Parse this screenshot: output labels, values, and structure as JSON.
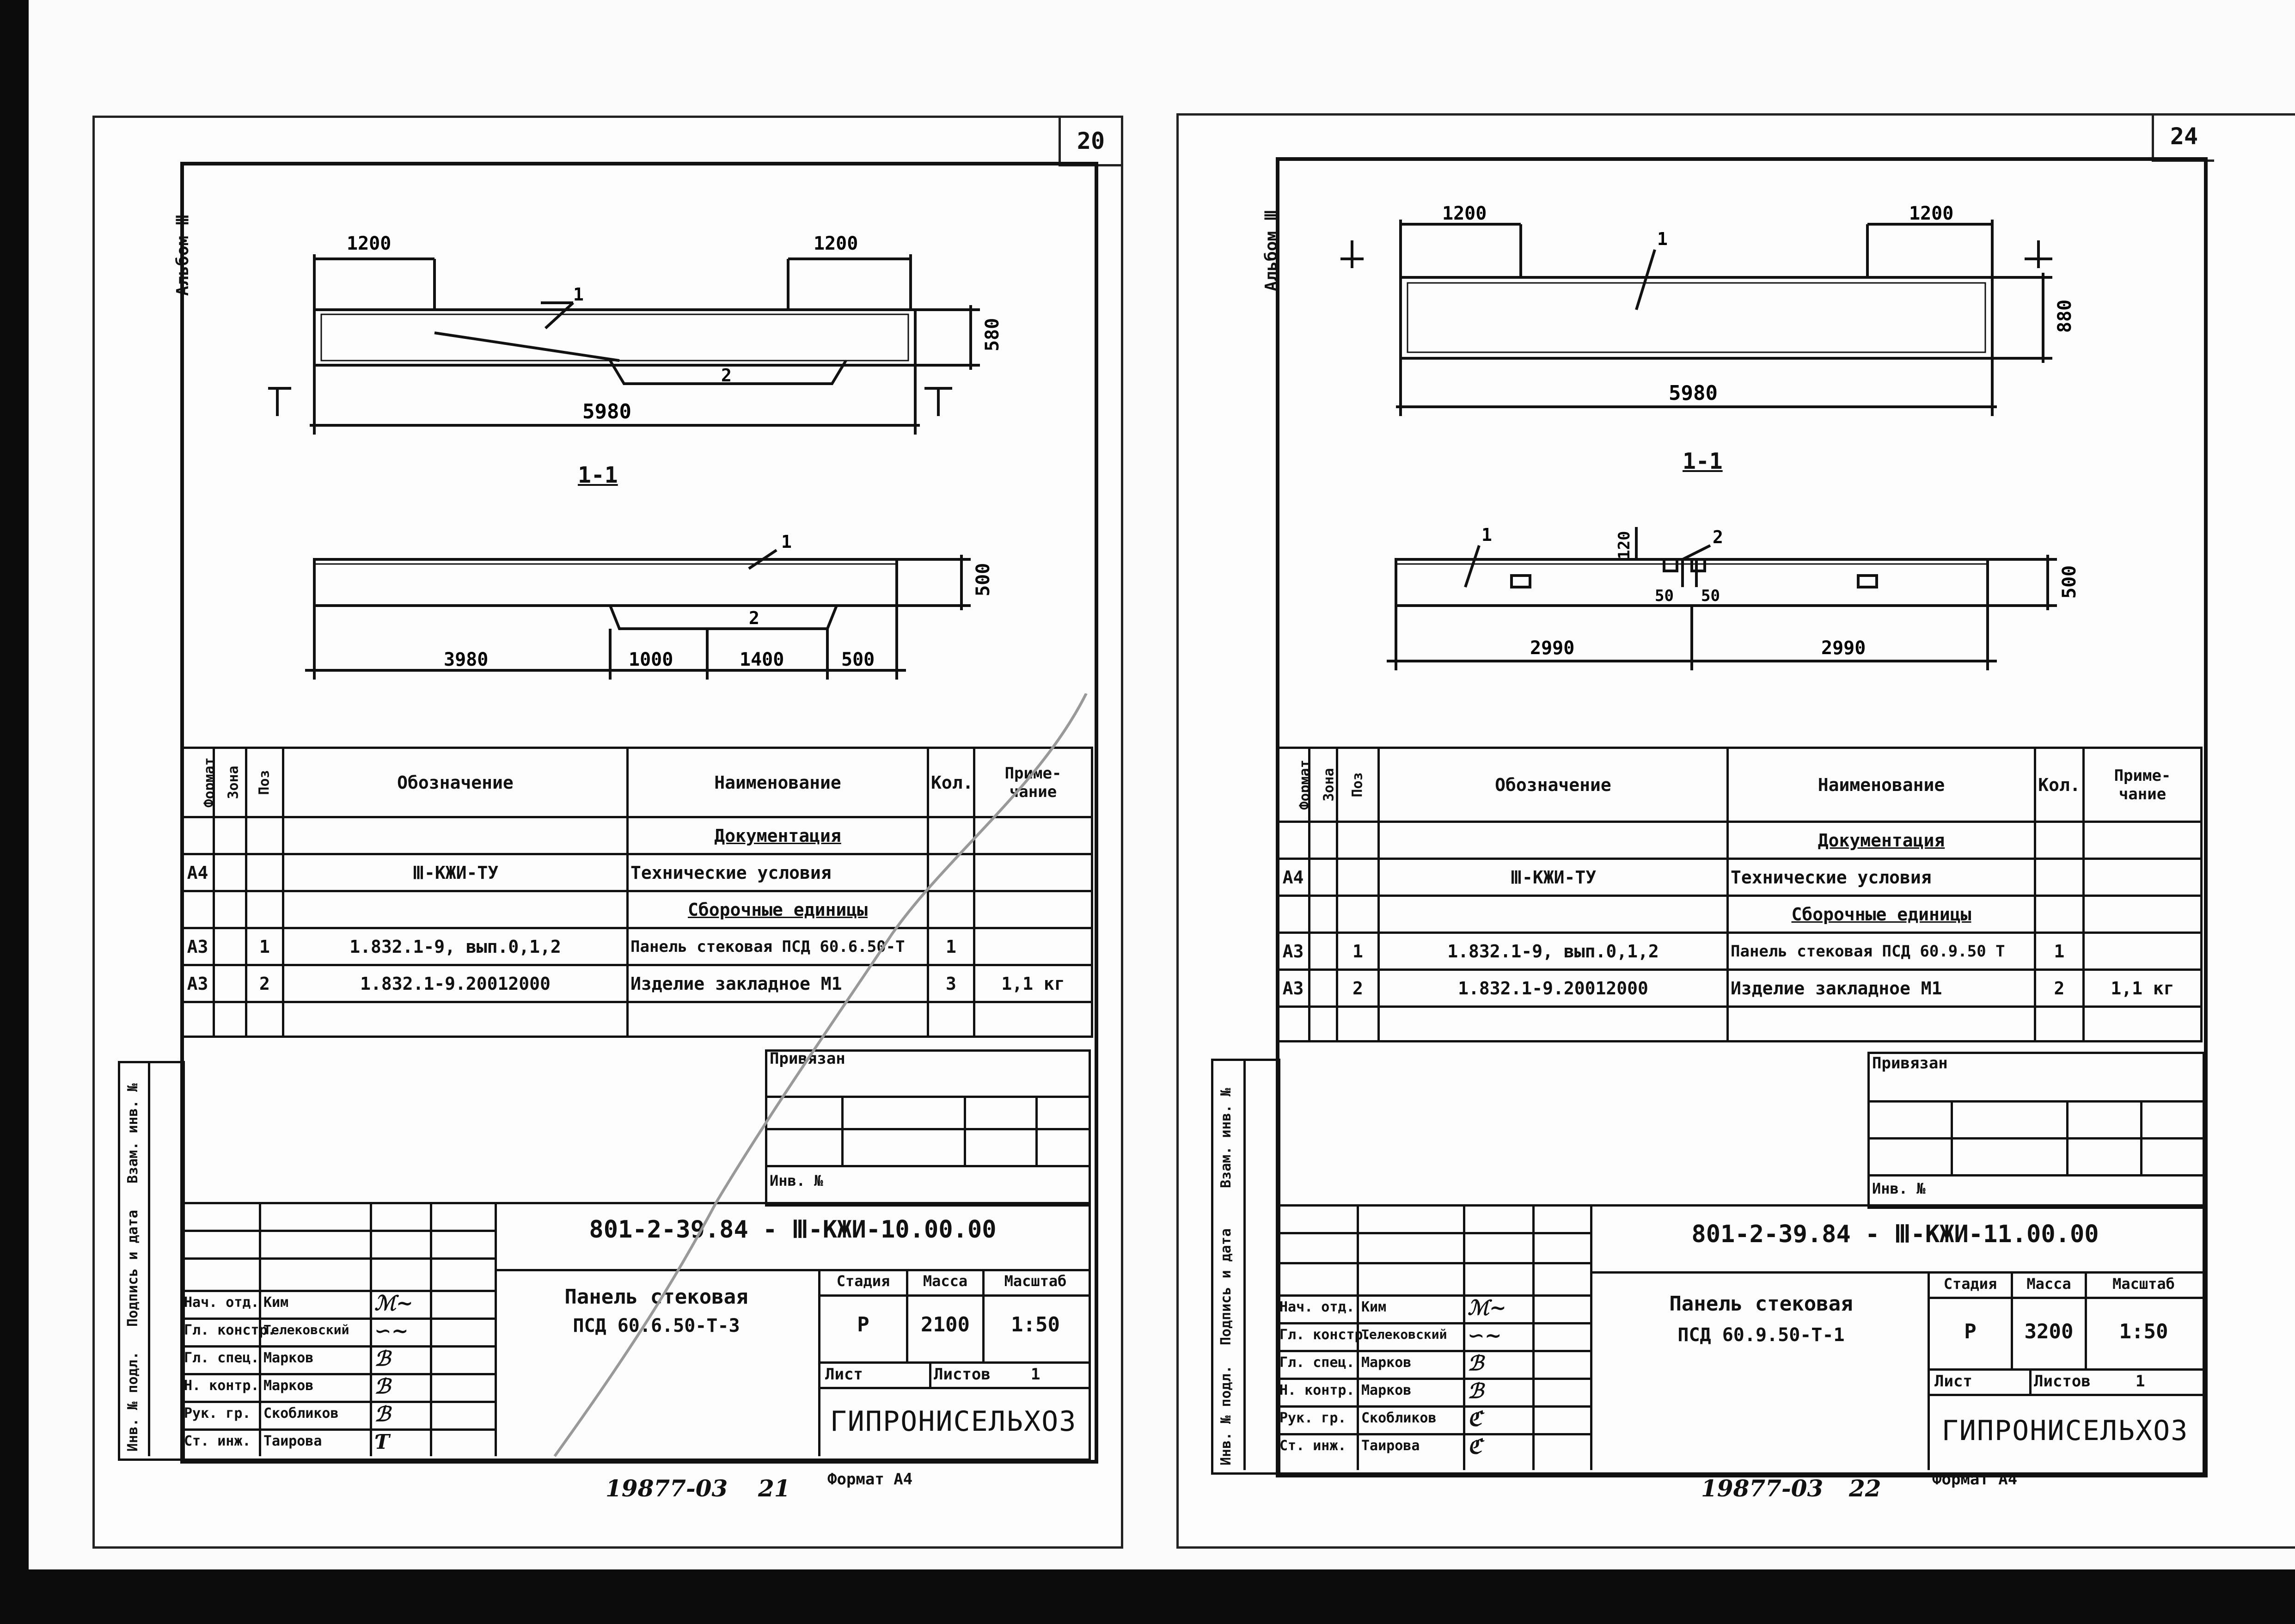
{
  "pages": [
    {
      "page_number": "20",
      "side_stamp": "Альбом Ⅲ",
      "plan": {
        "dims": [
          "1200",
          "1200",
          "5980",
          "580"
        ],
        "callouts": [
          "1",
          "2"
        ]
      },
      "section": {
        "title": "1-1",
        "dims": [
          "3980",
          "1000",
          "1400",
          "500",
          "500"
        ],
        "callouts": [
          "1",
          "2"
        ]
      },
      "spec": {
        "headers": [
          "Формат",
          "Зона",
          "Поз",
          "Обозначение",
          "Наименование",
          "Кол.",
          "Приме-\nчание"
        ],
        "rows": [
          {
            "format": "",
            "zone": "",
            "pos": "",
            "designation": "",
            "name": "Документация",
            "qty": "",
            "note": ""
          },
          {
            "format": "А4",
            "zone": "",
            "pos": "",
            "designation": "Ⅲ-КЖИ-ТУ",
            "name": "Технические условия",
            "qty": "",
            "note": ""
          },
          {
            "format": "",
            "zone": "",
            "pos": "",
            "designation": "",
            "name": "Сборочные единицы",
            "qty": "",
            "note": ""
          },
          {
            "format": "А3",
            "zone": "",
            "pos": "1",
            "designation": "1.832.1-9, вып.0,1,2",
            "name": "Панель стековая ПСД 60.6.50-Т",
            "qty": "1",
            "note": ""
          },
          {
            "format": "А3",
            "zone": "",
            "pos": "2",
            "designation": "1.832.1-9.20012000",
            "name": "Изделие закладное М1",
            "qty": "3",
            "note": "1,1 кг"
          }
        ]
      },
      "privyazan": "Привязан",
      "inv_no": "Инв. №",
      "left_strip": [
        "Инв. № подл.",
        "Подпись и дата",
        "Взам. инв. №"
      ],
      "code": "801-2-39.84 - Ⅲ-КЖИ-10.00.00",
      "title": [
        "Панель стековая",
        "ПСД 60.6.50-Т-3"
      ],
      "roles": [
        "Нач. отд.",
        "Гл. констр.",
        "Гл. спец.",
        "Н. контр.",
        "Рук. гр.",
        "Ст. инж."
      ],
      "names": [
        "Ким",
        "Телековский",
        "Марков",
        "Марков",
        "Скобликов",
        "Таирова"
      ],
      "stage_hdr": [
        "Стадия",
        "Масса",
        "Масштаб"
      ],
      "stage": "Р",
      "mass": "2100",
      "scale": "1:50",
      "sheet_lbl": "Лист",
      "sheets_lbl": "Листов",
      "sheets_val": "1",
      "org": "ГИПРОНИСЕЛЬХОЗ",
      "footer_num": "19877-03",
      "footer_page": "21",
      "footer_format": "Формат А4"
    },
    {
      "page_number": "24",
      "side_stamp": "Альбом Ⅲ",
      "plan": {
        "dims": [
          "1200",
          "1200",
          "5980",
          "880"
        ],
        "callouts": [
          "1"
        ]
      },
      "section": {
        "title": "1-1",
        "dims": [
          "2990",
          "2990",
          "120",
          "50",
          "50",
          "500"
        ],
        "callouts": [
          "1",
          "2"
        ]
      },
      "spec": {
        "headers": [
          "Формат",
          "Зона",
          "Поз",
          "Обозначение",
          "Наименование",
          "Кол.",
          "Приме-\nчание"
        ],
        "rows": [
          {
            "format": "",
            "zone": "",
            "pos": "",
            "designation": "",
            "name": "Документация",
            "qty": "",
            "note": ""
          },
          {
            "format": "А4",
            "zone": "",
            "pos": "",
            "designation": "Ⅲ-КЖИ-ТУ",
            "name": "Технические условия",
            "qty": "",
            "note": ""
          },
          {
            "format": "",
            "zone": "",
            "pos": "",
            "designation": "",
            "name": "Сборочные единицы",
            "qty": "",
            "note": ""
          },
          {
            "format": "А3",
            "zone": "",
            "pos": "1",
            "designation": "1.832.1-9, вып.0,1,2",
            "name": "Панель стековая ПСД 60.9.50 Т",
            "qty": "1",
            "note": ""
          },
          {
            "format": "А3",
            "zone": "",
            "pos": "2",
            "designation": "1.832.1-9.20012000",
            "name": "Изделие закладное М1",
            "qty": "2",
            "note": "1,1 кг"
          }
        ]
      },
      "privyazan": "Привязан",
      "inv_no": "Инв. №",
      "left_strip": [
        "Инв. № подл.",
        "Подпись и дата",
        "Взам. инв. №"
      ],
      "code": "801-2-39.84 - Ⅲ-КЖИ-11.00.00",
      "title": [
        "Панель стековая",
        "ПСД 60.9.50-Т-1"
      ],
      "roles": [
        "Нач. отд.",
        "Гл. констр.",
        "Гл. спец.",
        "Н. контр.",
        "Рук. гр.",
        "Ст. инж."
      ],
      "names": [
        "Ким",
        "Телековский",
        "Марков",
        "Марков",
        "Скобликов",
        "Таирова"
      ],
      "stage_hdr": [
        "Стадия",
        "Масса",
        "Масштаб"
      ],
      "stage": "Р",
      "mass": "3200",
      "scale": "1:50",
      "sheet_lbl": "Лист",
      "sheets_lbl": "Листов",
      "sheets_val": "1",
      "org": "ГИПРОНИСЕЛЬХОЗ",
      "footer_num": "19877-03",
      "footer_page": "22",
      "footer_format": "Формат А4"
    }
  ],
  "colors": {
    "ink": "#111111",
    "paper": "#fdfdfd",
    "scan_edge": "#0c0c0c"
  }
}
